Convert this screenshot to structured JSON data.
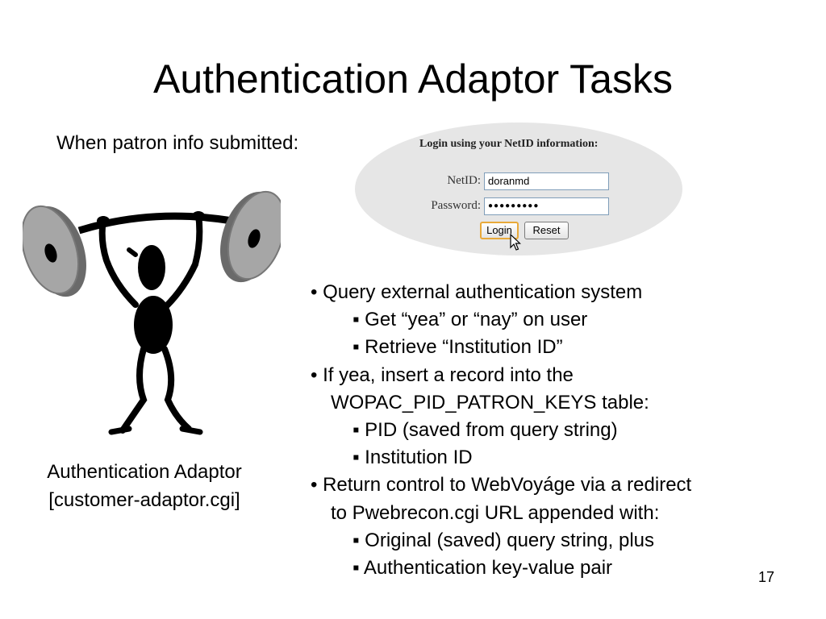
{
  "slide": {
    "title": "Authentication Adaptor Tasks",
    "intro": "When patron info submitted:",
    "caption_line1": "Authentication Adaptor",
    "caption_line2": "[customer-adaptor.cgi]",
    "page_number": "17"
  },
  "login_form": {
    "heading": "Login using your NetID information:",
    "netid_label": "NetID:",
    "netid_value": "doranmd",
    "password_label": "Password:",
    "password_value": "●●●●●●●●●",
    "login_button": "Login",
    "reset_button": "Reset"
  },
  "bullets": {
    "b1": "• Query external authentication system",
    "b1_s1": "▪ Get “yea” or “nay” on user",
    "b1_s2": "▪ Retrieve “Institution ID”",
    "b2": "• If yea, insert a record into the",
    "b2_cont": "WOPAC_PID_PATRON_KEYS  table:",
    "b2_s1": "▪ PID (saved from query string)",
    "b2_s2": "▪ Institution ID",
    "b3": "• Return control to WebVoyáge via a redirect",
    "b3_cont": "to Pwebrecon.cgi URL appended with:",
    "b3_s1": "▪ Original (saved) query string, plus",
    "b3_s2": "▪ Authentication key-value pair"
  }
}
